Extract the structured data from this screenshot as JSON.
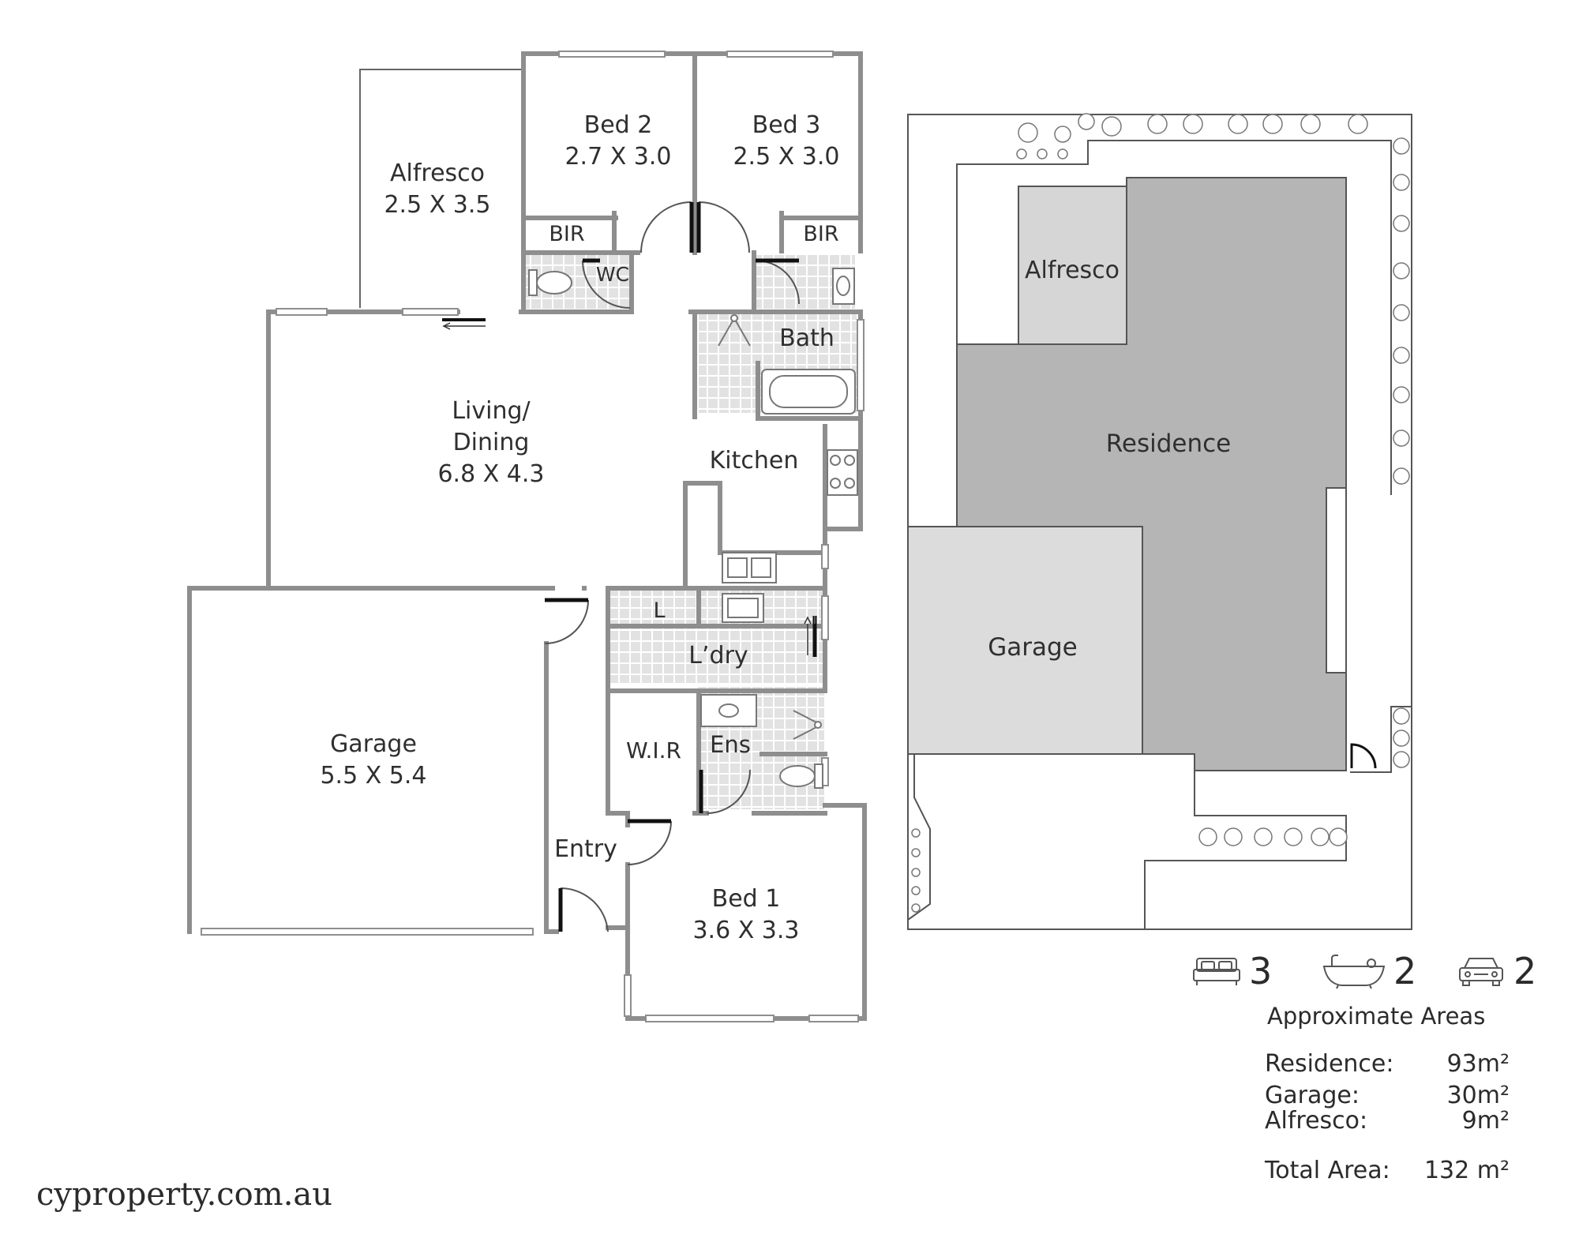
{
  "floor_plan": {
    "rooms": {
      "alfresco": {
        "name": "Alfresco",
        "size": "2.5 X 3.5"
      },
      "bed2": {
        "name": "Bed 2",
        "size": "2.7 X 3.0"
      },
      "bed3": {
        "name": "Bed 3",
        "size": "2.5 X 3.0"
      },
      "bir_left": "BIR",
      "bir_right": "BIR",
      "wc": "WC",
      "bath": "Bath",
      "living": {
        "name1": "Living/",
        "name2": "Dining",
        "size": "6.8 X 4.3"
      },
      "kitchen": "Kitchen",
      "laundry_l": "L",
      "laundry": "L’dry",
      "garage": {
        "name": "Garage",
        "size": "5.5 X 5.4"
      },
      "wir": "W.I.R",
      "ens": "Ens",
      "entry": "Entry",
      "bed1": {
        "name": "Bed 1",
        "size": "3.6 X 3.3"
      }
    }
  },
  "site_plan": {
    "labels": {
      "alfresco": "Alfresco",
      "residence": "Residence",
      "garage": "Garage"
    },
    "colors": {
      "alfresco": "#d6d6d6",
      "residence": "#b5b5b5",
      "garage": "#dcdcdc"
    }
  },
  "features": {
    "bedrooms": {
      "icon": "bed-icon",
      "count": "3"
    },
    "bathrooms": {
      "icon": "bathtub-icon",
      "count": "2"
    },
    "garage": {
      "icon": "car-icon",
      "count": "2"
    }
  },
  "areas": {
    "title": "Approximate Areas",
    "rows": [
      {
        "label": "Residence:",
        "value": "93m²"
      },
      {
        "label": "Garage:",
        "value": "30m²"
      },
      {
        "label": "Alfresco:",
        "value": "9m²"
      }
    ],
    "total": {
      "label": "Total Area:",
      "value": "132 m²"
    }
  },
  "website": "cyproperty.com.au",
  "colors": {
    "wall": "#8e8e8e",
    "tile": "#e3e3e3",
    "text": "#2f2f2f"
  }
}
